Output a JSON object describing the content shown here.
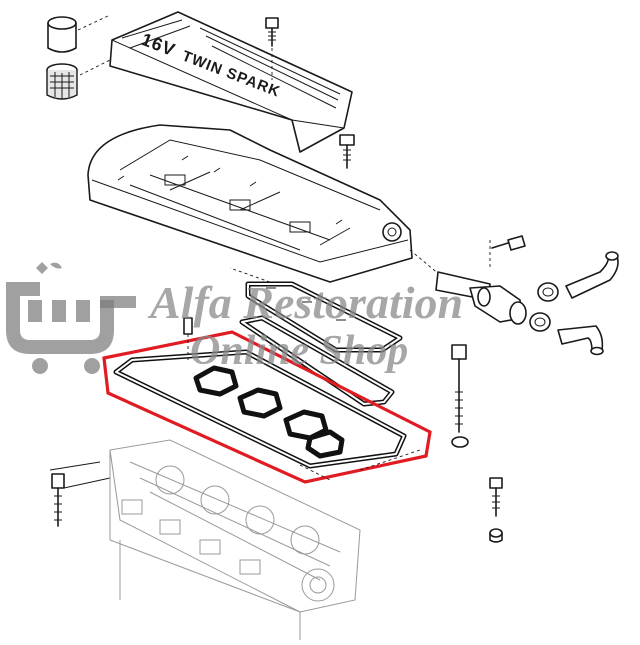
{
  "cover_label": {
    "line1": "16V",
    "line2": "TWIN SPARK"
  },
  "watermark": {
    "line1": "Alfa Restoration",
    "line2": "Online Shop"
  },
  "colors": {
    "highlight": "#e11b22",
    "watermark": "#7b7b7b",
    "ink": "#1a1a1a"
  },
  "icons": {
    "watermark_logo": "cart-logo-icon"
  }
}
